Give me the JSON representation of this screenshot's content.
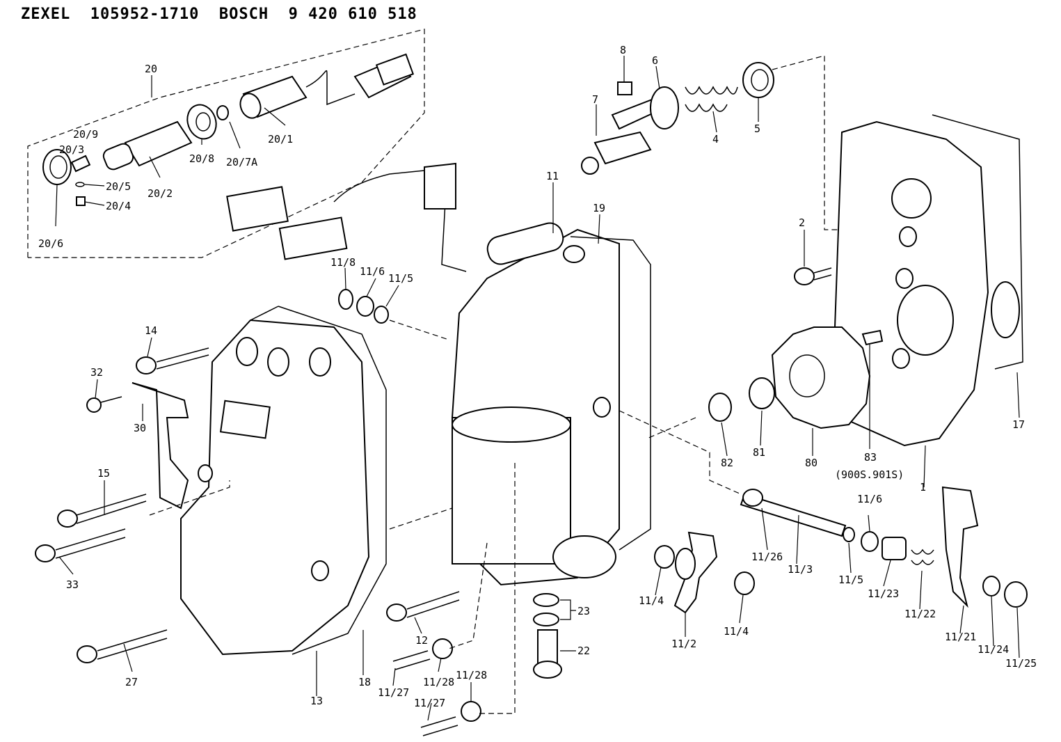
{
  "header": {
    "title": "ZEXEL  105952-1710  BOSCH  9 420 610 518"
  },
  "callouts": {
    "p20": "20",
    "p20_1": "20/1",
    "p20_2": "20/2",
    "p20_3": "20/3",
    "p20_4": "20/4",
    "p20_5": "20/5",
    "p20_6": "20/6",
    "p20_7a": "20/7A",
    "p20_8": "20/8",
    "p20_9": "20/9",
    "p8": "8",
    "p6": "6",
    "p7": "7",
    "p4": "4",
    "p5": "5",
    "p11": "11",
    "p19": "19",
    "p11_8": "11/8",
    "p11_6a": "11/6",
    "p11_5a": "11/5",
    "p2": "2",
    "p17": "17",
    "p1": "1",
    "p14": "14",
    "p32": "32",
    "p30": "30",
    "p15": "15",
    "p33": "33",
    "p27": "27",
    "p13": "13",
    "p18": "18",
    "p12": "12",
    "p11_27a": "11/27",
    "p11_28a": "11/28",
    "p11_28b": "11/28",
    "p11_27b": "11/27",
    "p23": "23",
    "p22": "22",
    "p82": "82",
    "p81": "81",
    "p80": "80",
    "p83": "83",
    "p83_note": "(900S.901S)",
    "p11_26": "11/26",
    "p11_3": "11/3",
    "p11_5b": "11/5",
    "p11_6b": "11/6",
    "p11_23": "11/23",
    "p11_22": "11/22",
    "p11_21": "11/21",
    "p11_24": "11/24",
    "p11_25": "11/25",
    "p11_4a": "11/4",
    "p11_2": "11/2",
    "p11_4b": "11/4"
  }
}
